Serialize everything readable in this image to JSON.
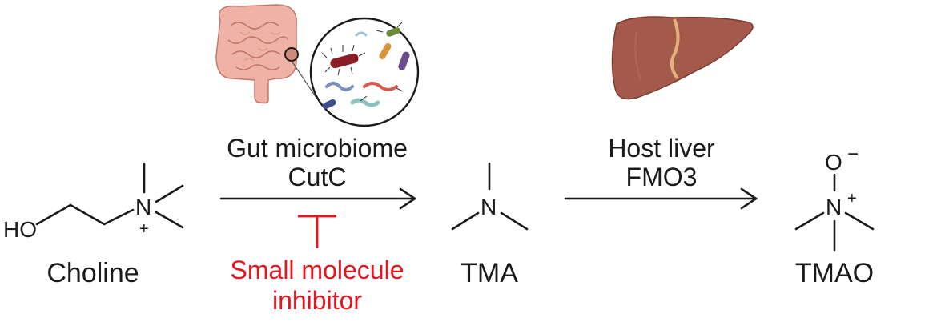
{
  "molecules": {
    "choline": {
      "name": "Choline",
      "oh_label": "HO",
      "n_label": "N",
      "charge": "+"
    },
    "tma": {
      "name": "TMA",
      "n_label": "N"
    },
    "tmao": {
      "name": "TMAO",
      "n_label": "N",
      "n_charge": "+",
      "o_label": "O",
      "o_charge": "−"
    }
  },
  "steps": {
    "microbial": {
      "line1": "Gut microbiome",
      "line2": "CutC"
    },
    "host": {
      "line1": "Host liver",
      "line2": "FMO3"
    }
  },
  "inhibitor": {
    "line1": "Small molecule",
    "line2": "inhibitor",
    "color": "#e8141c"
  },
  "colors": {
    "text": "#1a1a1a",
    "inhibitor": "#e8141c",
    "liver": "#a0574a",
    "gut": "#e8a99e"
  },
  "icons": [
    "intestine-icon",
    "bacteria-magnifier-icon",
    "liver-icon"
  ]
}
